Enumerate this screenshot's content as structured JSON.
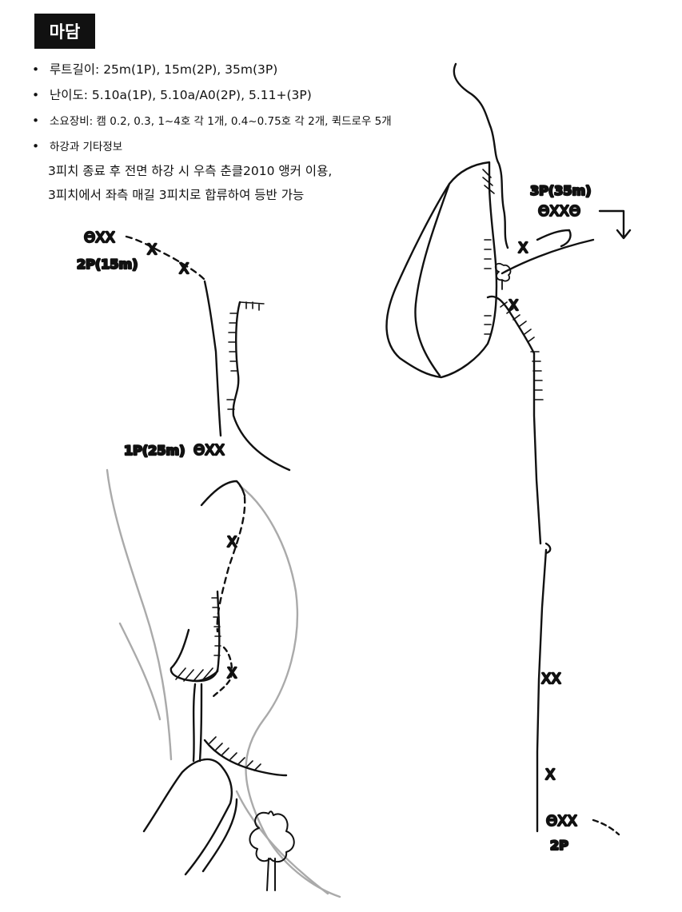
{
  "title": "마담",
  "info": {
    "route_length": "루트길이: 25m(1P), 15m(2P), 35m(3P)",
    "difficulty": "난이도: 5.10a(1P), 5.10a/A0(2P), 5.11+(3P)",
    "gear": "소요장비: 캠 0.2, 0.3, 1~4호 각 1개, 0.4~0.75호 각 2개, 퀵드로우 5개",
    "descent_heading": "하강과 기타정보",
    "descent_line1": "3피치 종료 후 전면 하강 시 우측 춘클2010 앵커 이용,",
    "descent_line2": "3피치에서 좌측 매길 3피치로 합류하여 등반 가능"
  },
  "labels": {
    "p3": "3P(35m)",
    "p2": "2P(15m)",
    "p1": "1P(25m)",
    "p2_bottom": "2P"
  },
  "anchors": {
    "p3": "ΘXXΘ",
    "p2": "ΘXX",
    "p1": "ΘXX",
    "p2_bottom": "ΘXX"
  },
  "bolts": {
    "double": "XX",
    "single": "X"
  },
  "colors": {
    "ink": "#111111",
    "rock_outline": "#aaaaaa"
  }
}
